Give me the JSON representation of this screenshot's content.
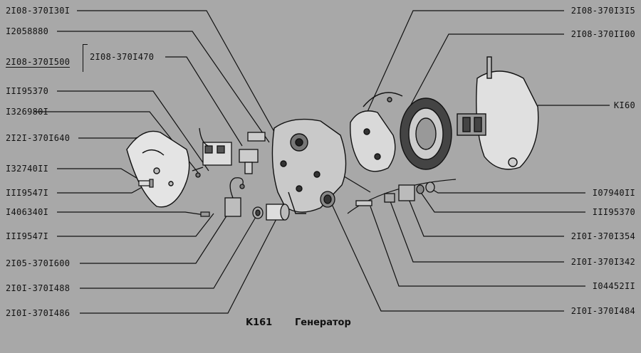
{
  "caption": {
    "code": "K161",
    "title": "Генератор"
  },
  "labels_left": [
    {
      "id": "l1",
      "text": "2I08-370I30I"
    },
    {
      "id": "l2",
      "text": "I2058880"
    },
    {
      "id": "l3",
      "text": "2I08-370I500"
    },
    {
      "id": "l4",
      "text": "2I08-370I470"
    },
    {
      "id": "l5",
      "text": "III95370"
    },
    {
      "id": "l6",
      "text": "I326980I"
    },
    {
      "id": "l7",
      "text": "2I2I-370I640"
    },
    {
      "id": "l8",
      "text": "I32740II"
    },
    {
      "id": "l9",
      "text": "III9547I"
    },
    {
      "id": "l10",
      "text": "I406340I"
    },
    {
      "id": "l11",
      "text": "III9547I"
    },
    {
      "id": "l12",
      "text": "2I05-370I600"
    },
    {
      "id": "l13",
      "text": "2I0I-370I488"
    },
    {
      "id": "l14",
      "text": "2I0I-370I486"
    }
  ],
  "labels_right": [
    {
      "id": "r1",
      "text": "2I08-370I3I5"
    },
    {
      "id": "r2",
      "text": "2I08-370II00"
    },
    {
      "id": "r3",
      "text": "KI60"
    },
    {
      "id": "r4",
      "text": "I07940II"
    },
    {
      "id": "r5",
      "text": "III95370"
    },
    {
      "id": "r6",
      "text": "2I0I-370I354"
    },
    {
      "id": "r7",
      "text": "2I0I-370I342"
    },
    {
      "id": "r8",
      "text": "I04452II"
    },
    {
      "id": "r9",
      "text": "2I0I-370I484"
    }
  ]
}
